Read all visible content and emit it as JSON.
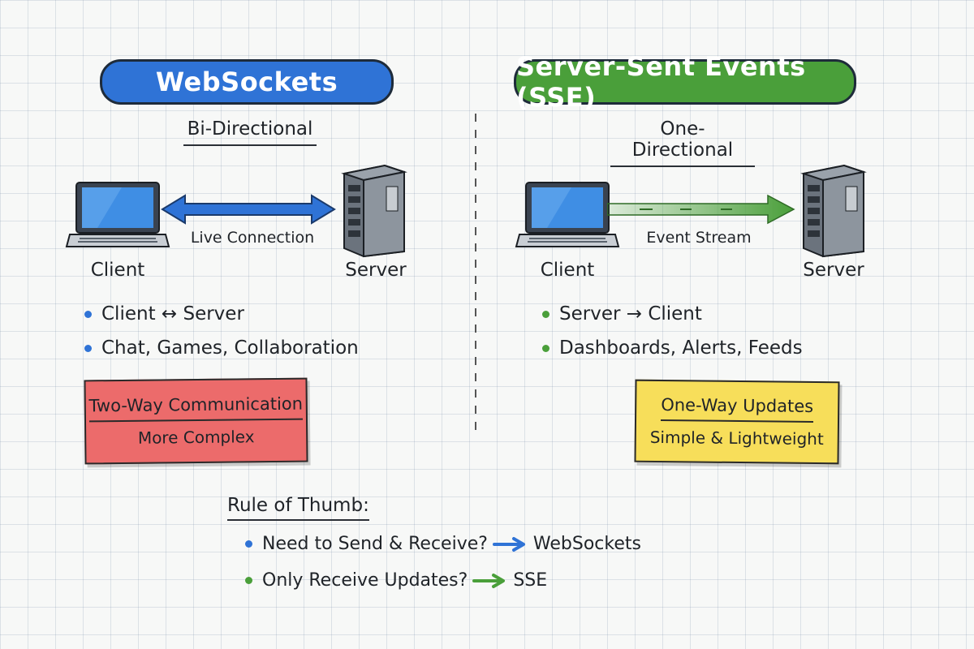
{
  "colors": {
    "websocket_blue": "#2f73d6",
    "sse_green": "#4a9f3a",
    "note_red": "#ec6b6b",
    "note_yellow": "#f7de5a",
    "ink": "#1f2328"
  },
  "left": {
    "title": "WebSockets",
    "subtitle": "Bi-Directional",
    "client_label": "Client",
    "server_label": "Server",
    "connection_label": "Live Connection",
    "bullets": [
      "Client ↔ Server",
      "Chat, Games, Collaboration"
    ],
    "note": {
      "line1": "Two-Way Communication",
      "line2": "More Complex"
    }
  },
  "right": {
    "title": "Server-Sent Events (SSE)",
    "subtitle": "One-Directional",
    "client_label": "Client",
    "server_label": "Server",
    "connection_label": "Event Stream",
    "bullets": [
      "Server → Client",
      "Dashboards, Alerts, Feeds"
    ],
    "note": {
      "line1": "One-Way Updates",
      "line2": "Simple & Lightweight"
    }
  },
  "rule": {
    "title": "Rule of Thumb:",
    "items": [
      {
        "question": "Need to Send & Receive?",
        "answer": "WebSockets"
      },
      {
        "question": "Only Receive Updates?",
        "answer": "SSE"
      }
    ]
  }
}
